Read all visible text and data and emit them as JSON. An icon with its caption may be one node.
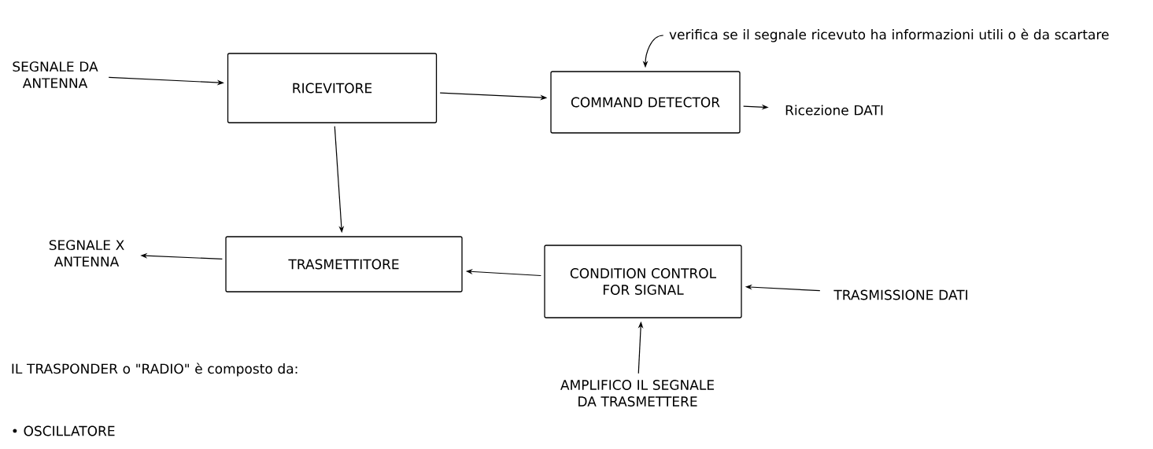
{
  "diagram": {
    "nodes": [
      {
        "text": [
          "SEGNALE DA ANTENNA"
        ]
      },
      {
        "text": [
          "RICEVITORE"
        ]
      },
      {
        "text": [
          "COMMAND DETECTOR"
        ]
      },
      {
        "text": [
          "Ricezione DATI"
        ]
      },
      {
        "text": [
          "verifica se il segnale ricevuto ha informazioni utili o è da scartare"
        ]
      },
      {
        "text": [
          "SEGNALE X ANTENNA"
        ]
      },
      {
        "text": [
          "TRASMETTITORE"
        ]
      },
      {
        "text": [
          "CONDITION CONTROL FOR SIGNAL"
        ]
      },
      {
        "text": [
          "TRASMISSIONE DATI"
        ]
      },
      {
        "text": [
          "AMPLIFICO IL SEGNALE DA TRASMETTERE"
        ]
      }
    ],
    "edges": [
      {
        "from": 0,
        "to": 1,
        "arrow": "to"
      },
      {
        "from": 1,
        "to": 2,
        "arrow": "to"
      },
      {
        "from": 2,
        "to": 3,
        "arrow": "to"
      },
      {
        "from": 4,
        "to": 2,
        "arrow": "to"
      },
      {
        "from": 1,
        "to": 6,
        "arrow": "to"
      },
      {
        "from": 6,
        "to": 5,
        "arrow": "to"
      },
      {
        "from": 7,
        "to": 6,
        "arrow": "to"
      },
      {
        "from": 8,
        "to": 7,
        "arrow": "to"
      },
      {
        "from": 9,
        "to": 7,
        "arrow": "to"
      }
    ],
    "labels": [
      "IL TRASPONDER o \"RADIO\" è composto da:",
      "• OSCILLATORE"
    ]
  }
}
